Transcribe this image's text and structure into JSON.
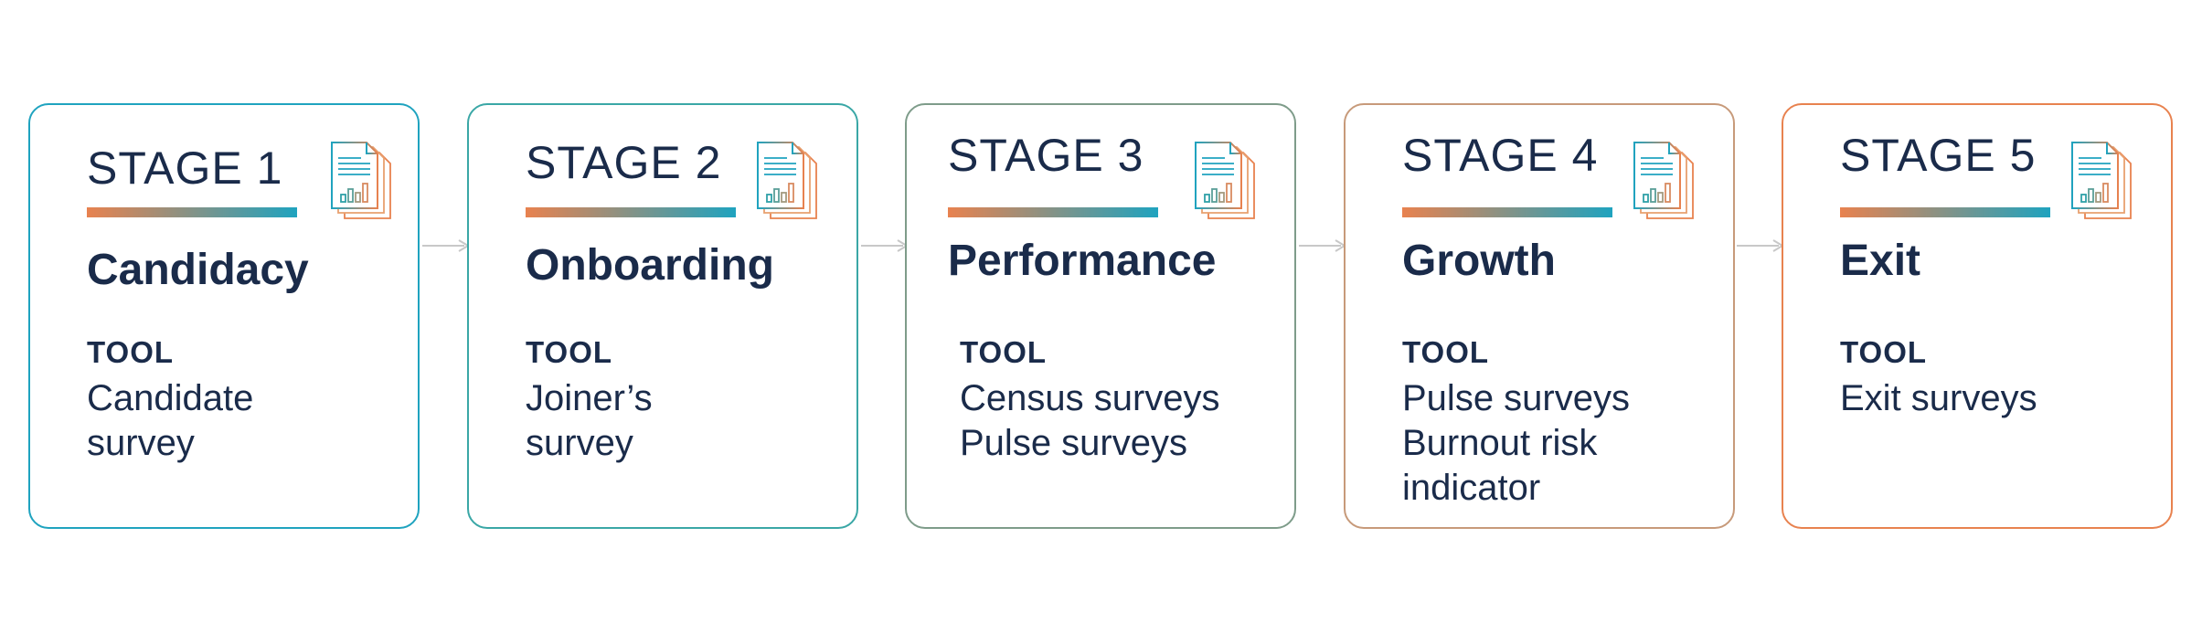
{
  "colors": {
    "navy_text": "#1a2b4a",
    "teal": "#1fa3bf",
    "orange": "#e8824f",
    "arrow_gray": "#c8c8c8"
  },
  "icon": "survey-document-bar-chart-icon",
  "stages": [
    {
      "stage_label": "STAGE 1",
      "name": "Candidacy",
      "tool_heading": "TOOL",
      "tools": [
        "Candidate survey"
      ],
      "border_color": "#1fa3bf"
    },
    {
      "stage_label": "STAGE 2",
      "name": "Onboarding",
      "tool_heading": "TOOL",
      "tools": [
        "Joiner’s survey"
      ],
      "border_color": "#3aa7a6"
    },
    {
      "stage_label": "STAGE 3",
      "name": "Performance",
      "tool_heading": "TOOL",
      "tools": [
        "Census surveys",
        "Pulse surveys"
      ],
      "border_color": "#7e9c8a"
    },
    {
      "stage_label": "STAGE 4",
      "name": "Growth",
      "tool_heading": "TOOL",
      "tools": [
        "Pulse surveys",
        "Burnout risk indicator"
      ],
      "border_color": "#c79a7a"
    },
    {
      "stage_label": "STAGE 5",
      "name": "Exit",
      "tool_heading": "TOOL",
      "tools": [
        "Exit surveys"
      ],
      "border_color": "#e8824f"
    }
  ]
}
